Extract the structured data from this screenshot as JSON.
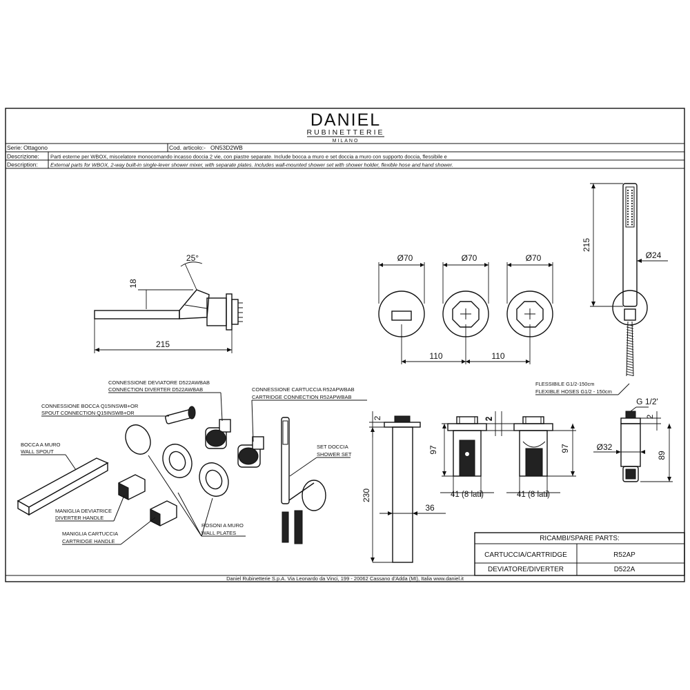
{
  "brand": {
    "name": "DANIEL",
    "sub": "RUBINETTERIE",
    "city": "MILANO"
  },
  "header": {
    "serie_label": "Serie:",
    "serie_value": "Ottagono",
    "cod_label": "Cod. articolo:-",
    "cod_value": "ON53D2WB",
    "desc_it_label": "Descrizione:",
    "desc_it": "Parti esterne per WBOX, miscelatore monocomando incasso doccia 2 vie, con piastre separate. Include bocca a muro e set doccia a muro con supporto doccia, flessibile e",
    "desc_en_label": "Description:",
    "desc_en": "External parts for WBOX, 2-way built-in single-lever shower mixer, with separate plates. Includes wall-mounted shower set with shower holder, flexible hose and hand shower."
  },
  "dimensions": {
    "spout_angle": "25°",
    "spout_height": "18",
    "spout_length": "215",
    "plate_dia_1": "Ø70",
    "plate_dia_2": "Ø70",
    "plate_dia_3": "Ø70",
    "plate_spacing_1": "110",
    "plate_spacing_2": "110",
    "shower_length": "215",
    "shower_dia": "Ø24",
    "spout_section_top": "2",
    "spout_section_length": "230",
    "spout_section_depth": "36",
    "cartridge_top": "2",
    "cartridge_height": "97",
    "cartridge_width": "41 (8 lati)",
    "diverter_top": "2",
    "diverter_height": "97",
    "diverter_width": "41 (8 lati)",
    "holder_thread": "G 1/2'",
    "holder_top": "2",
    "holder_dia": "Ø32",
    "holder_height": "89"
  },
  "hose_note": {
    "it": "FLESSIBILE G1/2-150cm",
    "en": "FLEXIBLE HOSES G1/2 - 150cm"
  },
  "labels": {
    "conn_diverter_it": "CONNESSIONE DEVIATORE D522AWBAB",
    "conn_diverter_en": "CONNECTION DIVERTER D522AWBAB",
    "conn_spout_it": "CONNESSIONE BOCCA Q15INSWB+OR",
    "conn_spout_en": "SPOUT CONNECTION Q15INSWB+OR",
    "conn_cartridge_it": "CONNESSIONE CARTUCCIA R52APWBAB",
    "conn_cartridge_en": "CARTRIDGE CONNECTION R52APWBAB",
    "wall_spout_it": "BOCCA A MURO",
    "wall_spout_en": "WALL SPOUT",
    "shower_set_it": "SET DOCCIA",
    "shower_set_en": "SHOWER SET",
    "diverter_handle_it": "MANIGLIA DEVIATRICE",
    "diverter_handle_en": "DIVERTER HANDLE",
    "wall_plates_it": "ROSONI A MURO",
    "wall_plates_en": "WALL PLATES",
    "cartridge_handle_it": "MANIGLIA CARTUCCIA",
    "cartridge_handle_en": "CARTRIDGE HANDLE"
  },
  "spare_parts": {
    "title": "RICAMBI/SPARE PARTS:",
    "rows": [
      {
        "name": "CARTUCCIA/CARTRIDGE",
        "code": "R52AP"
      },
      {
        "name": "DEVIATORE/DIVERTER",
        "code": "D522A"
      }
    ]
  },
  "footer": "Daniel Rubinetterie S.p.A. Via Leonardo da Vinci, 199 - 20062 Cassano d'Adda (MI), Italia www.daniel.it"
}
